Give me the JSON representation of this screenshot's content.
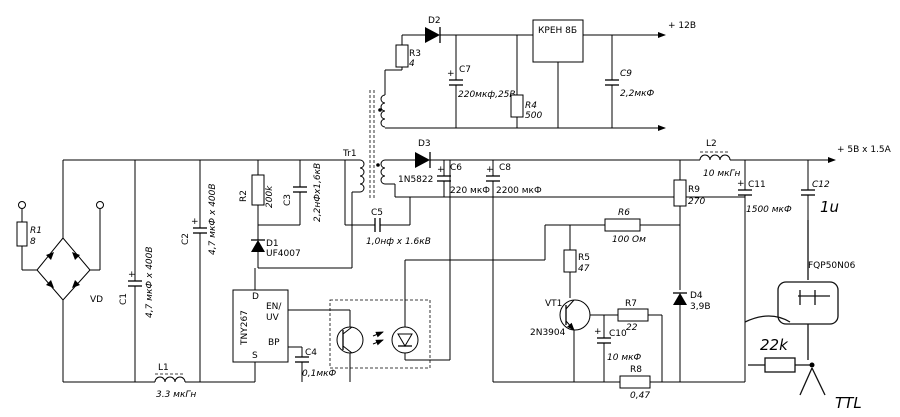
{
  "labels": {
    "r1": "R1",
    "r1_val": "8",
    "vd": "VD",
    "c1": "C1",
    "c1_val": "4,7 мкФ х 400В",
    "c2": "C2",
    "c2_val": "4,7 мкФ х 400В",
    "r2": "R2",
    "r2_val": "200k",
    "c3": "C3",
    "c3_val": "2,2нФх1,6кВ",
    "d1": "D1",
    "d1_val": "UF4007",
    "c4": "C4",
    "c4_val": "0,1мкФ",
    "l1": "L1",
    "l1_val": "3.3 мкГн",
    "ic_name": "TNY267",
    "ic_d": "D",
    "ic_en": "EN/",
    "ic_uv": "UV",
    "ic_bp": "BP",
    "ic_s": "S",
    "tr1": "Tr1",
    "c5": "C5",
    "c5_val": "1,0нф х 1.6кВ",
    "r3": "R3",
    "r3_val": "4",
    "d2": "D2",
    "c7": "C7",
    "c7_val": "220мкф,25В",
    "r4": "R4",
    "r4_val": "500",
    "kren": "КРЕН 8Б",
    "c9": "C9",
    "c9_val": "2,2мкФ",
    "out12": "+ 12В",
    "d3": "D3",
    "d3_val": "1N5822",
    "c6": "C6",
    "c6_val": "220 мкФ",
    "c8": "C8",
    "c8_val": "2200 мкФ",
    "l2": "L2",
    "l2_val": "10 мкГн",
    "out5": "+ 5В х 1.5А",
    "r9": "R9",
    "r9_val": "270",
    "c11": "C11",
    "c11_val": "1500 мкФ",
    "c12": "C12",
    "c12_val": "1u",
    "r6": "R6",
    "r6_val": "100 Ом",
    "r5": "R5",
    "r5_val": "47",
    "vt1": "VT1",
    "vt1_val": "2N3904",
    "r7": "R7",
    "r7_val": "22",
    "c10": "C10",
    "c10_val": "10 мкФ",
    "r8": "R8",
    "r8_val": "0,47",
    "d4": "D4",
    "d4_val": "3,9В",
    "fqp": "FQP50N06",
    "hw_22k": "22k",
    "hw_ttl": "TTL"
  }
}
